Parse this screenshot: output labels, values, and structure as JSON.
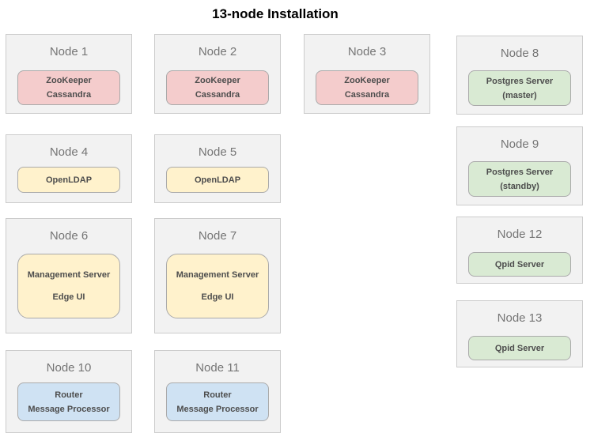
{
  "title": "13-node Installation",
  "colors": {
    "zookeeper_cassandra_fill": "#f4cccc",
    "openldap_management_fill": "#fff2cc",
    "postgres_qpid_fill": "#d9ead3",
    "router_mp_fill": "#cfe2f3",
    "node_background": "#f2f2f2",
    "node_border": "#cccccc",
    "service_border": "#aaaaaa",
    "node_label_text": "#757575",
    "service_text": "#4d4d4d",
    "title_text": "#000000"
  },
  "nodes": [
    {
      "label": "Node 1",
      "services": [
        "ZooKeeper",
        "Cassandra"
      ]
    },
    {
      "label": "Node 2",
      "services": [
        "ZooKeeper",
        "Cassandra"
      ]
    },
    {
      "label": "Node 3",
      "services": [
        "ZooKeeper",
        "Cassandra"
      ]
    },
    {
      "label": "Node 4",
      "services": [
        "OpenLDAP"
      ]
    },
    {
      "label": "Node 5",
      "services": [
        "OpenLDAP"
      ]
    },
    {
      "label": "Node 6",
      "services": [
        "Management Server",
        "Edge UI"
      ]
    },
    {
      "label": "Node 7",
      "services": [
        "Management Server",
        "Edge UI"
      ]
    },
    {
      "label": "Node 8",
      "services": [
        "Postgres Server",
        "(master)"
      ]
    },
    {
      "label": "Node 9",
      "services": [
        "Postgres Server",
        "(standby)"
      ]
    },
    {
      "label": "Node 10",
      "services": [
        "Router",
        "Message Processor"
      ]
    },
    {
      "label": "Node 11",
      "services": [
        "Router",
        "Message Processor"
      ]
    },
    {
      "label": "Node 12",
      "services": [
        "Qpid Server"
      ]
    },
    {
      "label": "Node 13",
      "services": [
        "Qpid Server"
      ]
    }
  ]
}
